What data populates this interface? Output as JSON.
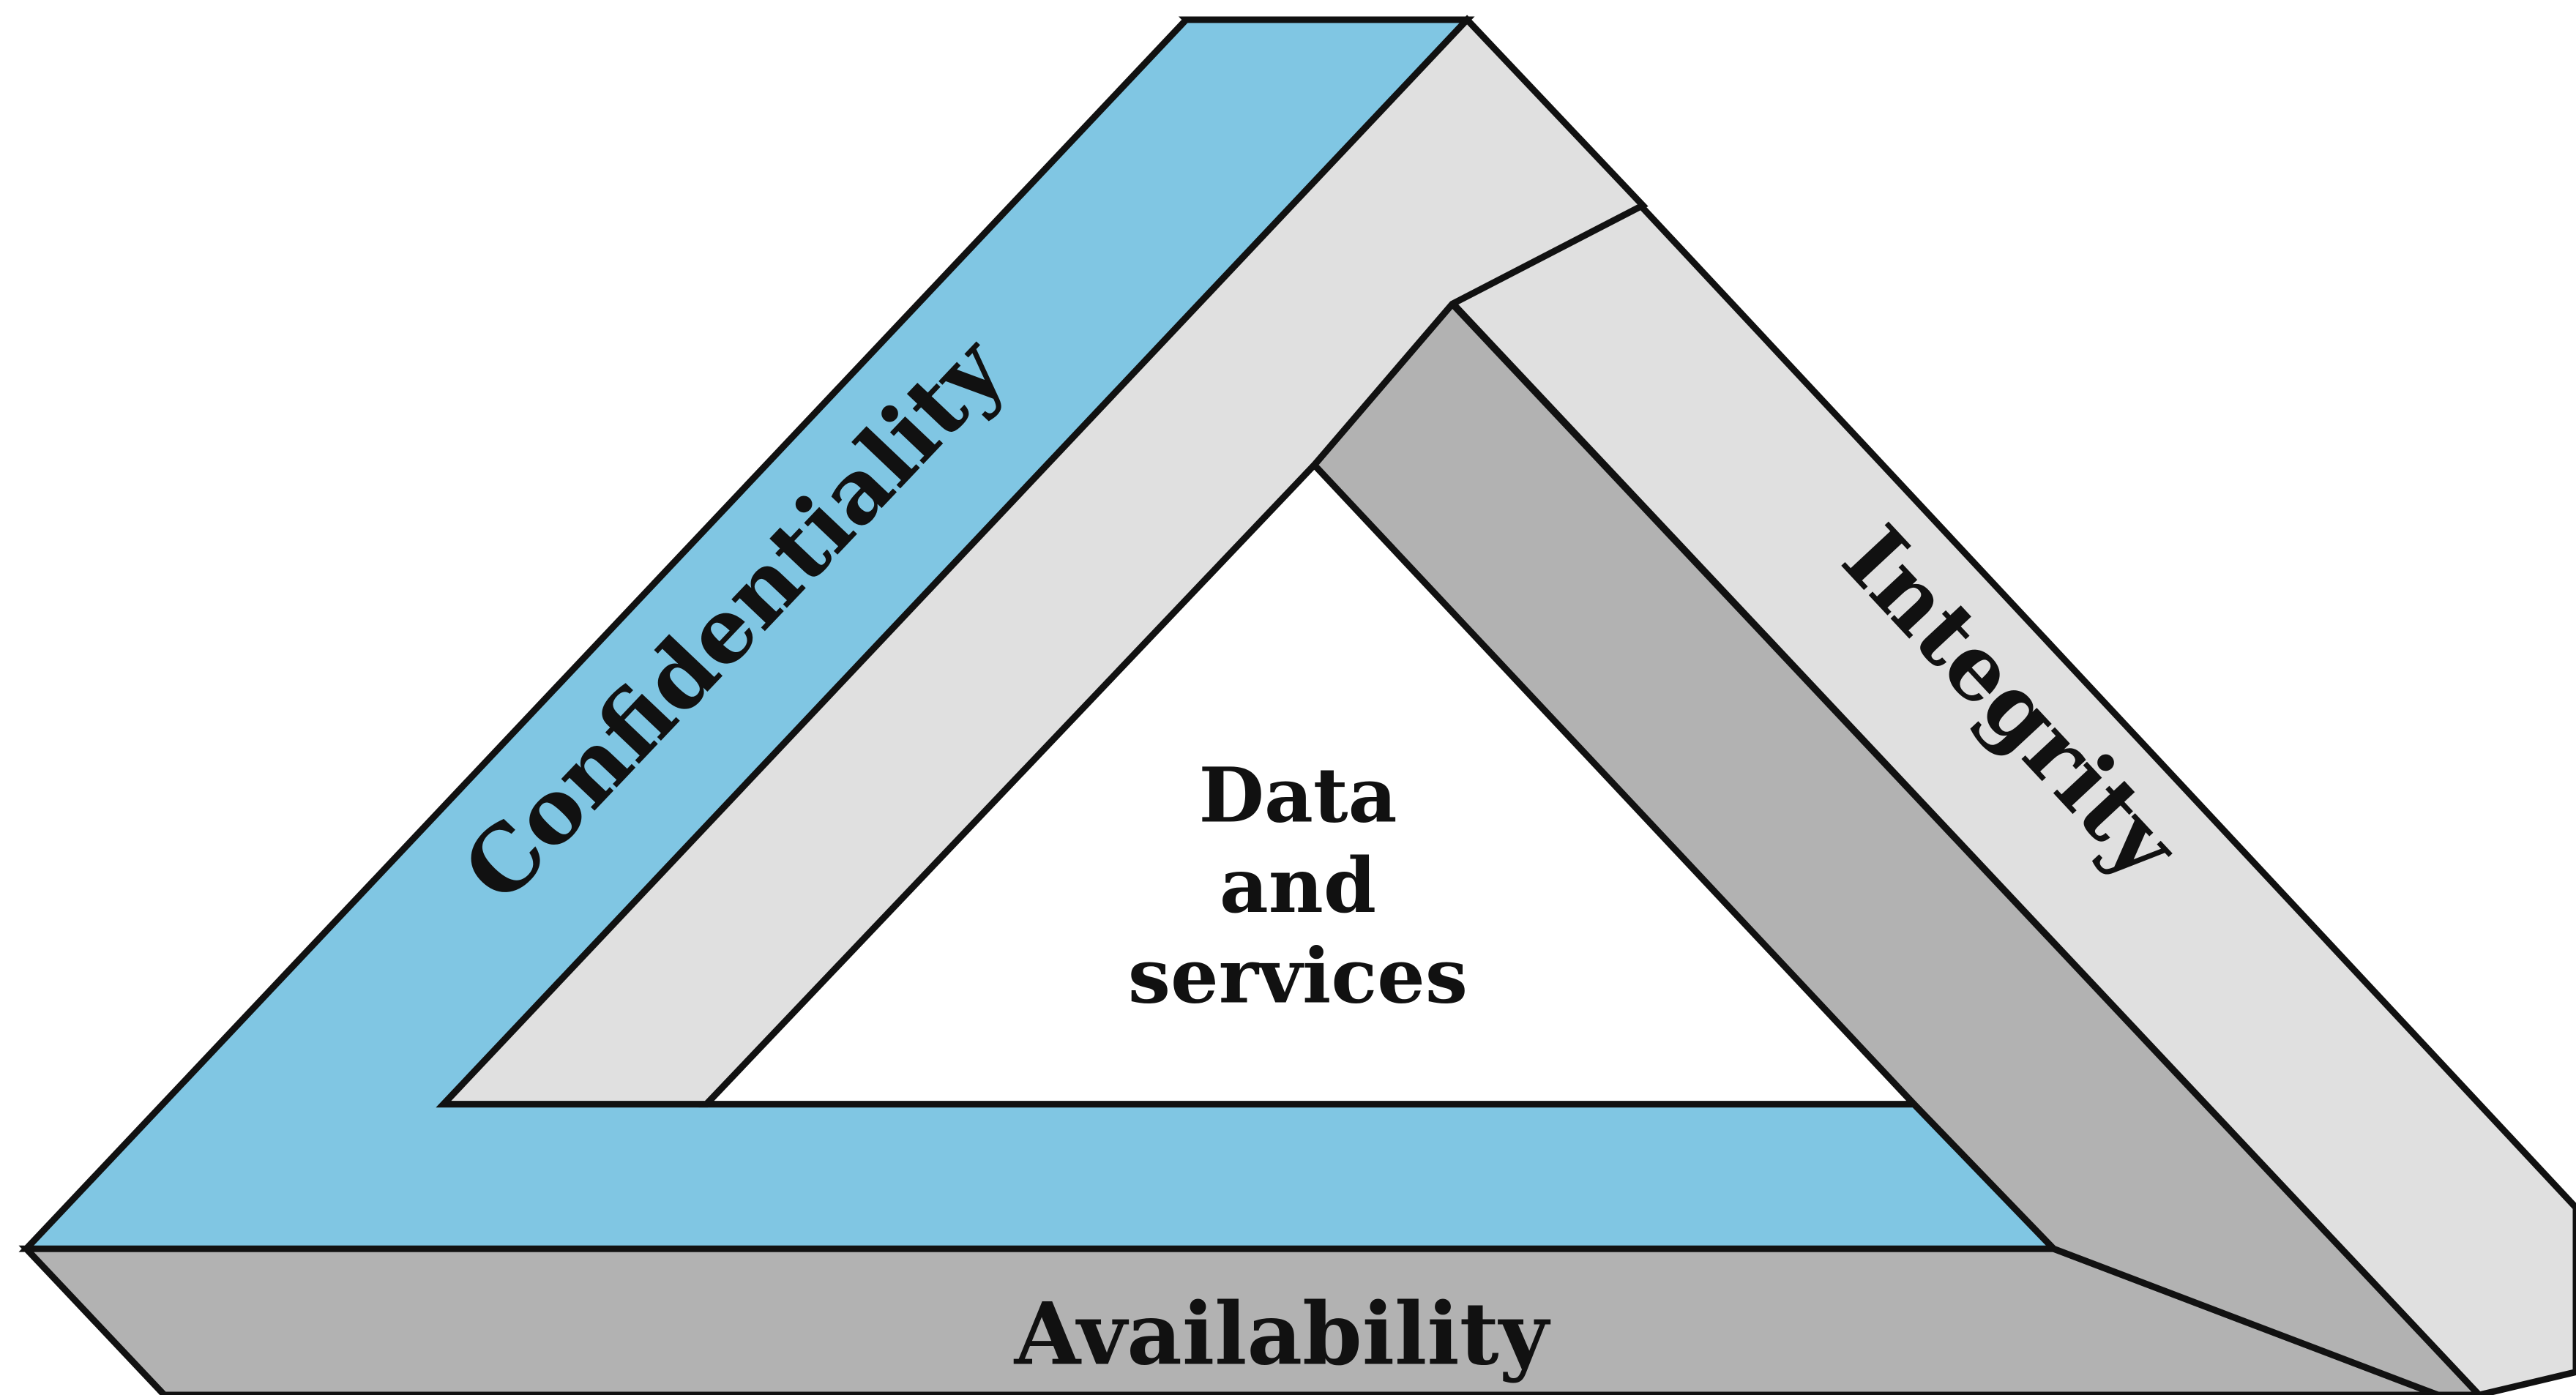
{
  "diagram": {
    "title": "",
    "labels": {
      "confidentiality": "Confidentiality",
      "integrity": "Integrity",
      "availability": "Availability",
      "center_line_1": "Data",
      "center_line_2": "and",
      "center_line_3": "services"
    }
  }
}
